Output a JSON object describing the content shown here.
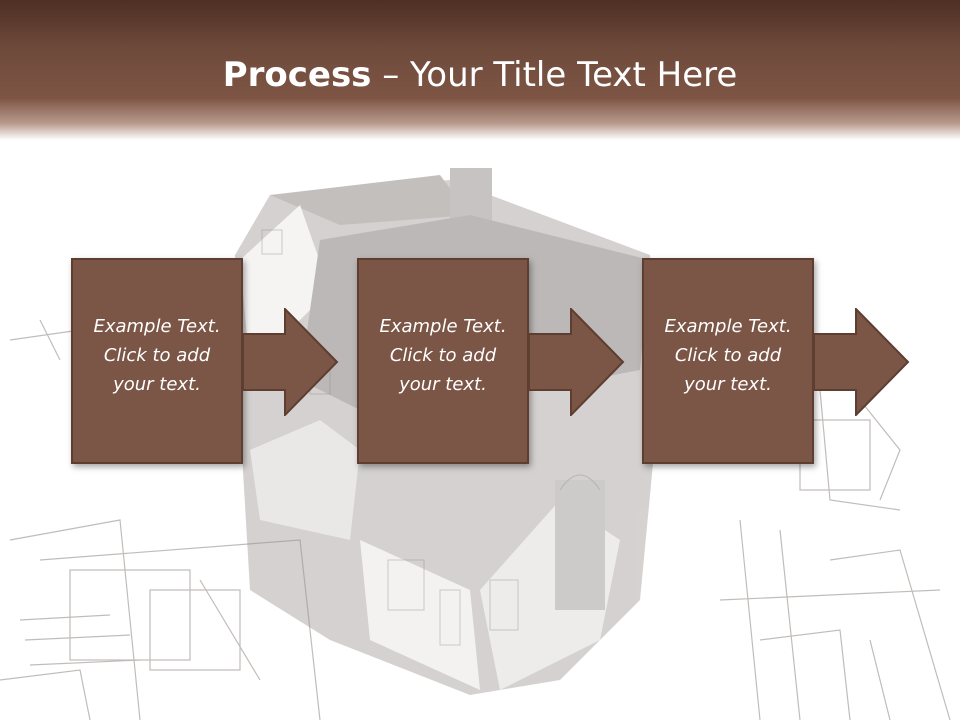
{
  "title": {
    "bold": "Process",
    "rest": " – Your Title Text Here"
  },
  "steps": [
    {
      "line1": "Example Text.",
      "line2": "Click  to add",
      "line3": "your text."
    },
    {
      "line1": "Example Text.",
      "line2": "Click  to add",
      "line3": "your text."
    },
    {
      "line1": "Example Text.",
      "line2": "Click  to add",
      "line3": "your text."
    }
  ],
  "colors": {
    "header": "#6e4a3b",
    "box": "#7b5545",
    "arrow": "#7b5545",
    "title_text": "#ffffff"
  },
  "icons": [
    "arrow-right-icon"
  ]
}
